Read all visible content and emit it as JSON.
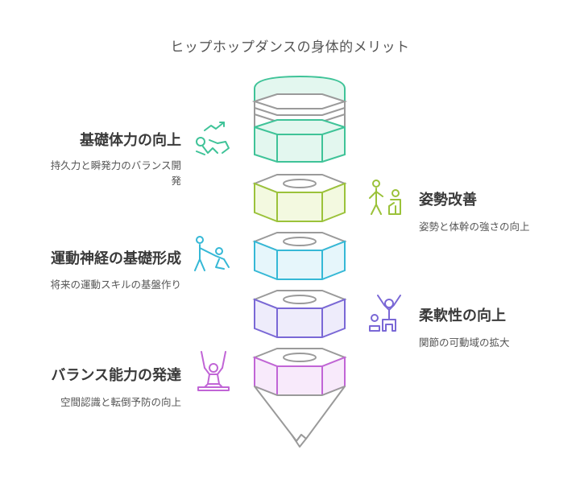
{
  "title": "ヒップホップダンスの身体的メリット",
  "colors": {
    "teal": "#3fc398",
    "olive": "#9bc23a",
    "cyan": "#35b8d6",
    "purple": "#7a68d6",
    "magenta": "#c165d6",
    "gray": "#a0a0a0"
  },
  "items": [
    {
      "head": "基礎体力の向上",
      "desc_lines": [
        "持久力と瞬発力のバランス開",
        "発"
      ],
      "icon": "fitness-person-icon"
    },
    {
      "head": "姿勢改善",
      "desc_lines": [
        "姿勢と体幹の強さの向上"
      ],
      "icon": "posture-people-icon"
    },
    {
      "head": "運動神経の基礎形成",
      "desc_lines": [
        "将来の運動スキルの基盤作り"
      ],
      "icon": "movement-people-icon"
    },
    {
      "head": "柔軟性の向上",
      "desc_lines": [
        "関節の可動域の拡大"
      ],
      "icon": "stretching-person-icon"
    },
    {
      "head": "バランス能力の発達",
      "desc_lines": [
        "空間認識と転倒予防の向上"
      ],
      "icon": "balance-person-icon"
    }
  ]
}
